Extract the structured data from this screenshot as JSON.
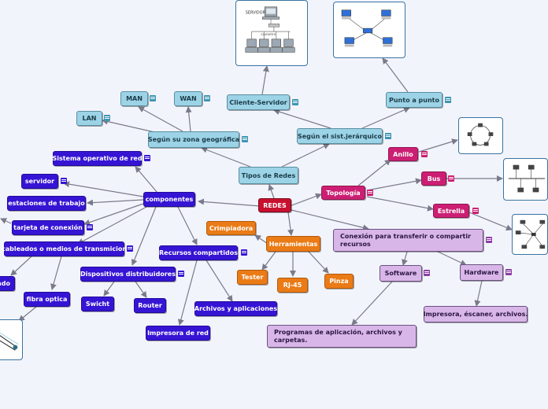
{
  "root": "REDES",
  "nodes": {
    "tipos": "Tipos de Redes",
    "zona": "Según su zona geográfica",
    "jerarquico": "Según el sist.jerárquico",
    "lan": "LAN",
    "man": "MAN",
    "wan": "WAN",
    "cliente_servidor": "Cliente-Servidor",
    "punto_a_punto": "Punto a punto",
    "topologia": "Topología",
    "anillo": "Anillo",
    "bus": "Bus",
    "estrella": "Estrella",
    "conexion": "Conexión para transferir o compartir recursos",
    "software": "Software",
    "hardware": "Hardware",
    "programas": "Programas de aplicación, archivos y carpetas.",
    "impresora_escaner": "Impresora, éscaner, archivos.",
    "herramientas": "Herramientas",
    "crimpiadora": "Crimpiadora",
    "tester": "Tester",
    "rj45": "RJ-45",
    "pinza": "Pinza",
    "componentes": "componentes",
    "so_red": "Sistema operativo de red",
    "servidor": "servidor",
    "estaciones": "estaciones de trabajo",
    "tarjeta": "tarjeta de conexión",
    "cableados": "cableados o medios de transmicion",
    "dispositivos": "Dispositivos distribuidores",
    "recursos": "Recursos compartidos",
    "switch": "Swicht",
    "router": "Router",
    "archivos": "Archivos y aplicaciones",
    "impresora_red": "Impresora de red",
    "fibra": "fibra optica",
    "cortado": "ado"
  },
  "image_labels": {
    "servidor": "SERVIDOR",
    "clientes": "CLIENTES"
  },
  "colors": {
    "background": "#f2f4fc",
    "line": "#7a7a8a",
    "blue": "#3614d4",
    "cyan": "#9cd3e6",
    "orange": "#ea7b16",
    "pink": "#cc1f73",
    "lilac": "#d8b7e8",
    "root": "#c8102e"
  }
}
